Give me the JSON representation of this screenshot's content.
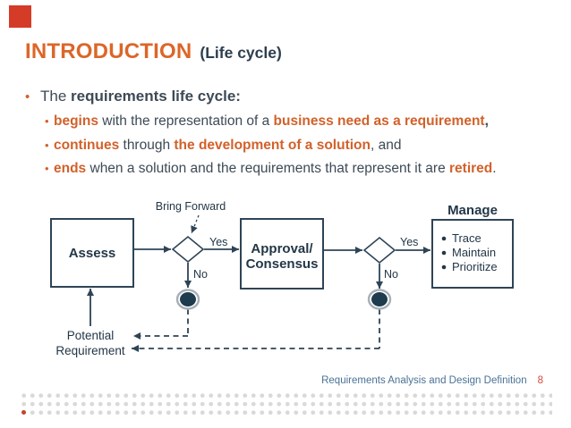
{
  "slide": {
    "title": {
      "main": "INTRODUCTION",
      "suffix": "(Life cycle)"
    },
    "bullets": {
      "main": {
        "marker": "•",
        "segments": [
          "The ",
          "requirements life cycle",
          ":"
        ]
      },
      "sub1": {
        "marker": "•",
        "segments": [
          "begins",
          " with the representation of a ",
          "business need as a requirement",
          ","
        ]
      },
      "sub2": {
        "marker": "•",
        "segments": [
          "continues",
          " through ",
          "the development of a solution",
          ", and"
        ]
      },
      "sub3": {
        "marker": "•",
        "segments": [
          "ends",
          " when a solution and the requirements that represent it are ",
          "retired",
          "."
        ]
      }
    },
    "footer": {
      "label": "Requirements Analysis and Design Definition",
      "page": "8"
    }
  },
  "diagram": {
    "assess": "Assess",
    "bring_forward": "Bring Forward",
    "yes1": "Yes",
    "no1": "No",
    "approval_line1": "Approval/",
    "approval_line2": "Consensus",
    "yes2": "Yes",
    "no2": "No",
    "manage_title": "Manage",
    "manage_items": [
      "Trace",
      "Maintain",
      "Prioritize"
    ],
    "potential_line1": "Potential",
    "potential_line2": "Requirement"
  },
  "colors": {
    "accent_orange": "#dc6628",
    "emphasis_orange": "#d2612a",
    "text_dark": "#3d4a56",
    "title_navy": "#2c3e4f",
    "diagram_ink": "#2e4456",
    "footer_blue": "#4a7196",
    "page_red": "#d8473a",
    "brand_square_red": "#d53c28",
    "dot_gray": "#d9d9d9",
    "dot_red": "#c2452e"
  }
}
